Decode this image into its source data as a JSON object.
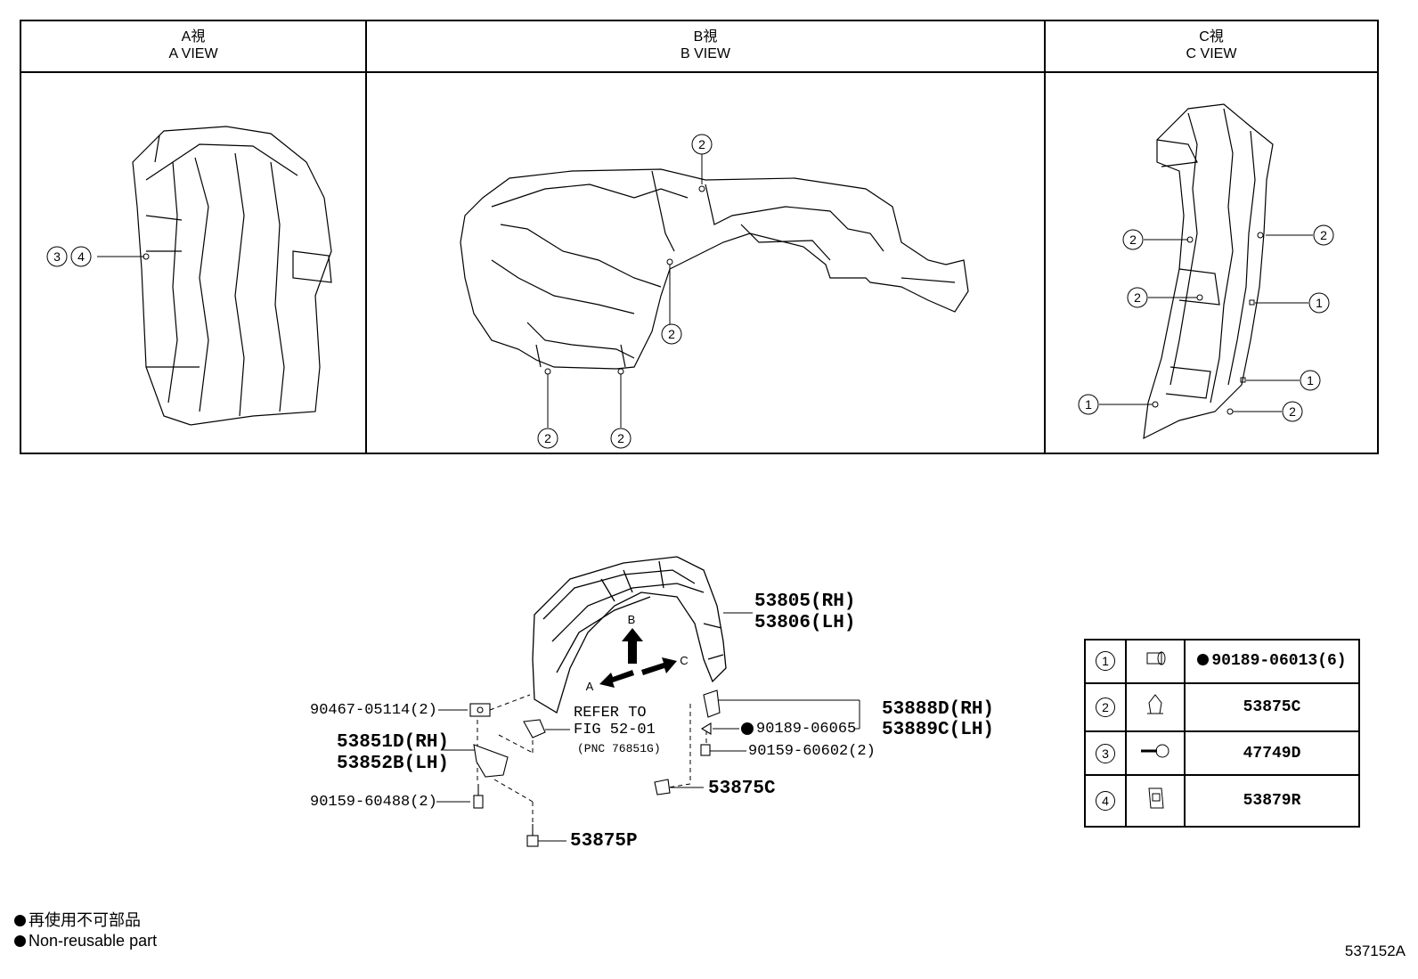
{
  "views": [
    {
      "jp": "A視",
      "en": "A VIEW"
    },
    {
      "jp": "B視",
      "en": "B VIEW"
    },
    {
      "jp": "C視",
      "en": "C VIEW"
    }
  ],
  "view_callouts": {
    "a": [
      "3",
      "4"
    ],
    "b": [
      "2",
      "2",
      "2",
      "2"
    ],
    "c": [
      "2",
      "2",
      "2",
      "1",
      "1",
      "1",
      "2"
    ]
  },
  "main": {
    "arrows": {
      "a": "A",
      "b": "B",
      "c": "C"
    },
    "labels": {
      "fender_liner_rh": "53805(RH)",
      "fender_liner_lh": "53806(LH)",
      "nut_left": "90467-05114(2)",
      "refer_line1": "REFER TO",
      "refer_line2": "FIG 52-01",
      "refer_line3": "(PNC 76851G)",
      "bracket_rh": "53851D(RH)",
      "bracket_lh": "53852B(LH)",
      "bolt_left": "90159-60488(2)",
      "screw_bottom": "53875P",
      "shield_rh": "53888D(RH)",
      "shield_lh": "53889C(LH)",
      "clip_nonreuse": "90189-06065",
      "bolt_right": "90159-60602(2)",
      "clip_right": "53875C"
    }
  },
  "fastener_table": [
    {
      "num": "1",
      "icon": "push-clip-icon",
      "part": "90189-06013(6)",
      "non_reusable": true
    },
    {
      "num": "2",
      "icon": "fender-clip-icon",
      "part": "53875C",
      "non_reusable": false
    },
    {
      "num": "3",
      "icon": "screw-grommet-icon",
      "part": "47749D",
      "non_reusable": false
    },
    {
      "num": "4",
      "icon": "nut-clip-icon",
      "part": "53879R",
      "non_reusable": false
    }
  ],
  "legend": {
    "jp": "再使用不可部品",
    "en": "Non-reusable part"
  },
  "drawing_number": "537152A"
}
